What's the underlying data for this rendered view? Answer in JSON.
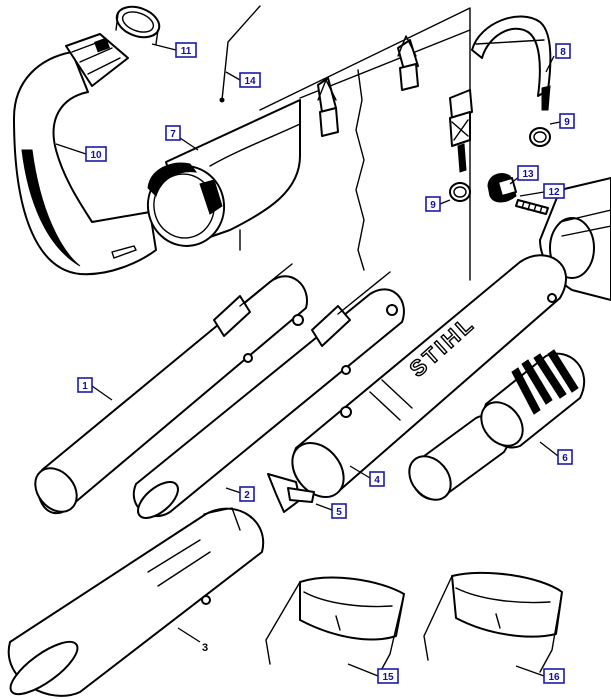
{
  "diagram": {
    "brand_label": "STIHL",
    "callouts": [
      {
        "id": "c1",
        "label": "1",
        "boxed": true
      },
      {
        "id": "c2",
        "label": "2",
        "boxed": true
      },
      {
        "id": "c3",
        "label": "3",
        "boxed": false
      },
      {
        "id": "c4",
        "label": "4",
        "boxed": true
      },
      {
        "id": "c5",
        "label": "5",
        "boxed": true
      },
      {
        "id": "c6",
        "label": "6",
        "boxed": true
      },
      {
        "id": "c7",
        "label": "7",
        "boxed": true
      },
      {
        "id": "c8",
        "label": "8",
        "boxed": true
      },
      {
        "id": "c9a",
        "label": "9",
        "boxed": true
      },
      {
        "id": "c9b",
        "label": "9",
        "boxed": true
      },
      {
        "id": "c10",
        "label": "10",
        "boxed": true
      },
      {
        "id": "c11",
        "label": "11",
        "boxed": true
      },
      {
        "id": "c12",
        "label": "12",
        "boxed": true
      },
      {
        "id": "c13",
        "label": "13",
        "boxed": true
      },
      {
        "id": "c14",
        "label": "14",
        "boxed": true
      },
      {
        "id": "c15",
        "label": "15",
        "boxed": true
      },
      {
        "id": "c16",
        "label": "16",
        "boxed": true
      }
    ]
  }
}
